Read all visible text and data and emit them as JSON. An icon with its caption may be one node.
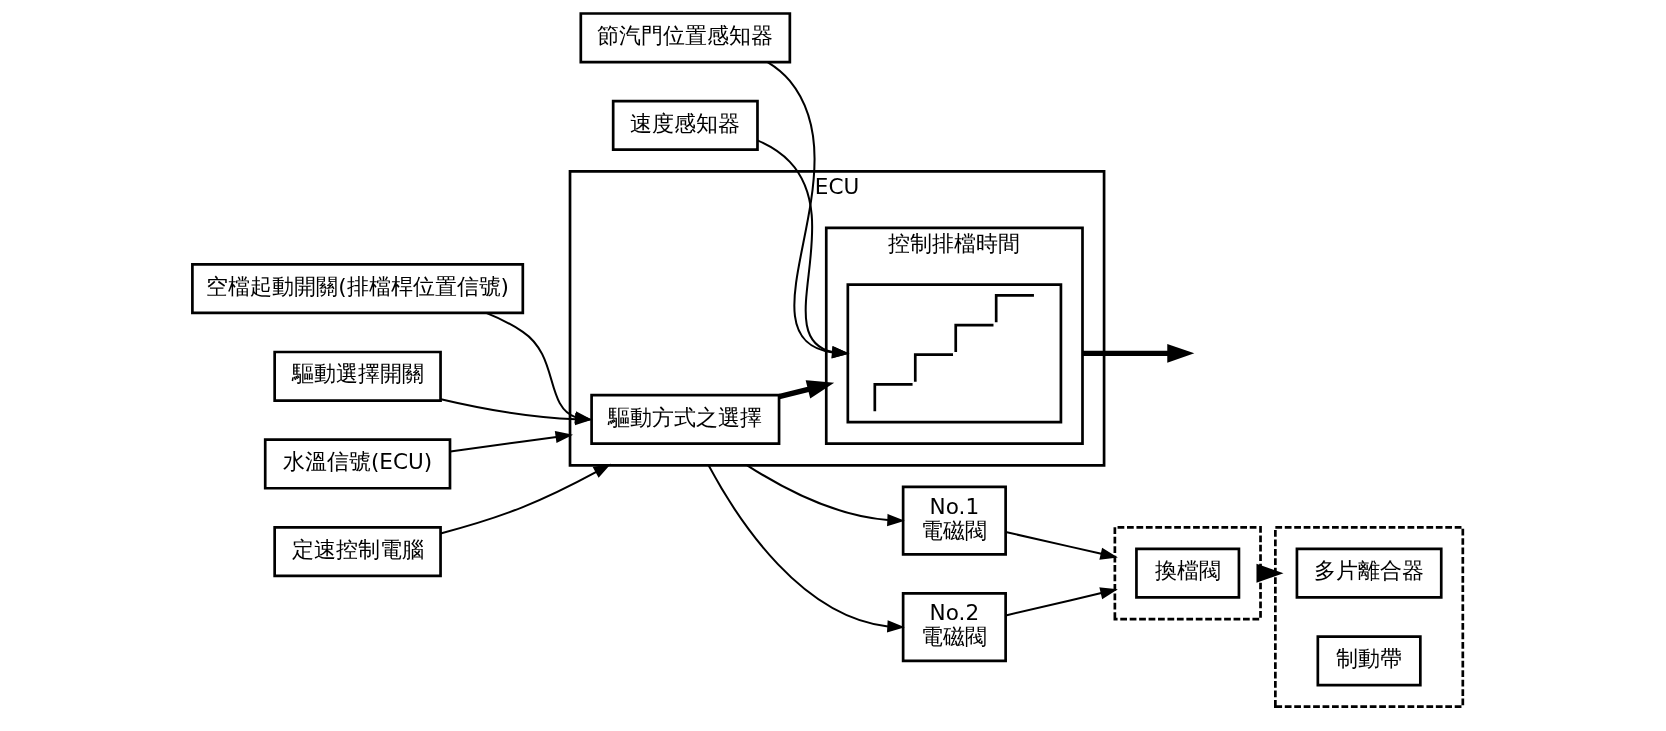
{
  "diagram": {
    "nodes": [
      {
        "text": [
          "空檔起動開關(排檔桿位置信號)"
        ]
      },
      {
        "text": [
          "驅動選擇開關"
        ]
      },
      {
        "text": [
          "節汽門位置感知器"
        ]
      },
      {
        "text": [
          "速度感知器"
        ]
      },
      {
        "text": [
          "ECU"
        ]
      },
      {
        "text": [
          "驅動方式之選擇"
        ],
        "in": 4
      },
      {
        "text": [
          "控制排檔時間"
        ],
        "in": 4
      },
      {
        "text": [],
        "shape": "picture",
        "in": 6
      },
      {
        "text": [
          "水溫信號(ECU)"
        ]
      },
      {
        "text": [
          "定速控制電腦"
        ]
      },
      {
        "text": [
          "No.1",
          "電磁閥"
        ]
      },
      {
        "text": [
          "No.2",
          "電磁閥"
        ]
      },
      {
        "text": [],
        "shape": "box"
      },
      {
        "text": [
          "換檔閥"
        ],
        "in": 12
      },
      {
        "text": [],
        "shape": "box"
      },
      {
        "text": [
          "多片離合器"
        ],
        "in": 14
      },
      {
        "text": [
          "制動帶"
        ],
        "in": 14
      }
    ],
    "edges": [
      {
        "from": 0,
        "to": 5,
        "arrow": "to"
      },
      {
        "from": 1,
        "to": 5,
        "arrow": "to"
      },
      {
        "from": 5,
        "to": 6,
        "arrow": "to",
        "style": "thick"
      },
      {
        "from": 2,
        "to": 7,
        "arrow": "to"
      },
      {
        "from": 3,
        "to": 7,
        "arrow": "to"
      },
      {
        "from": 6,
        "to": null,
        "arrow": "to",
        "style": "thick"
      },
      {
        "from": 8,
        "to": 4,
        "arrow": "to"
      },
      {
        "from": 9,
        "to": 4,
        "arrow": "to"
      },
      {
        "from": 4,
        "to": 10,
        "arrow": "to"
      },
      {
        "from": 4,
        "to": 11,
        "arrow": "to"
      },
      {
        "from": 10,
        "to": 12,
        "arrow": "to"
      },
      {
        "from": 11,
        "to": 12,
        "arrow": "to"
      },
      {
        "from": 12,
        "to": 14,
        "arrow": "to",
        "style": "thick"
      }
    ]
  }
}
